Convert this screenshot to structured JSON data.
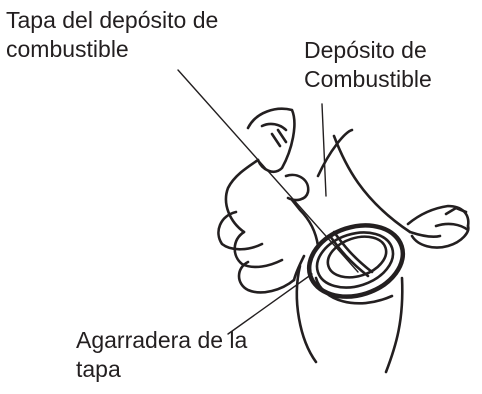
{
  "labels": {
    "cap_line1": "Tapa del depósito de",
    "cap_line2": "combustible",
    "tank_line1": "Depósito de",
    "tank_line2": "Combustible",
    "handle_line1": "Agarradera de la",
    "handle_line2": "tapa"
  }
}
